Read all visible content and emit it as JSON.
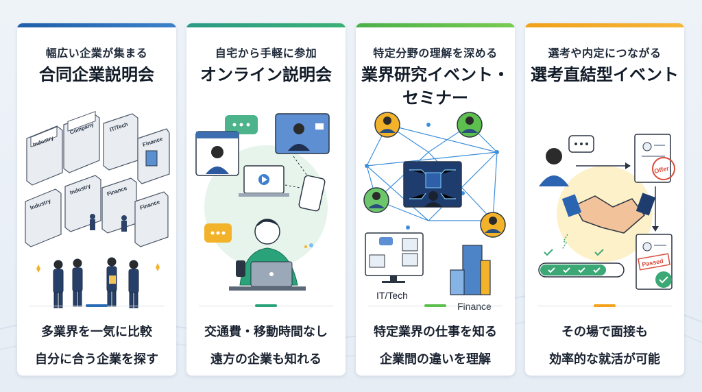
{
  "colors": {
    "card1_accent": "#2a6db5",
    "card2_accent": "#2aa37a",
    "card3_accent": "#5cbf4e",
    "card4_accent": "#f2a21b"
  },
  "cards": [
    {
      "subtitle": "幅広い企業が集まる",
      "title": "合同企業説明会",
      "desc1": "多業界を一気に比較",
      "desc2": "自分に合う企業を探す",
      "labels": [
        "Industry",
        "Company",
        "IT/Tech",
        "Finance",
        "Industry",
        "Industry",
        "Finance",
        "Finance"
      ]
    },
    {
      "subtitle": "自宅から手軽に参加",
      "title": "オンライン説明会",
      "desc1": "交通費・移動時間なし",
      "desc2": "遠方の企業も知れる"
    },
    {
      "subtitle": "特定分野の理解を深める",
      "title_line1": "業界研究イベント・",
      "title_line2": "セミナー",
      "desc1": "特定業界の仕事を知る",
      "desc2": "企業間の違いを理解",
      "labels": [
        "IT/Tech",
        "Finance"
      ]
    },
    {
      "subtitle": "選考や内定につながる",
      "title": "選考直結型イベント",
      "desc1": "その場で面接も",
      "desc2": "効率的な就活が可能",
      "labels": [
        "Offer",
        "Passed"
      ]
    }
  ]
}
